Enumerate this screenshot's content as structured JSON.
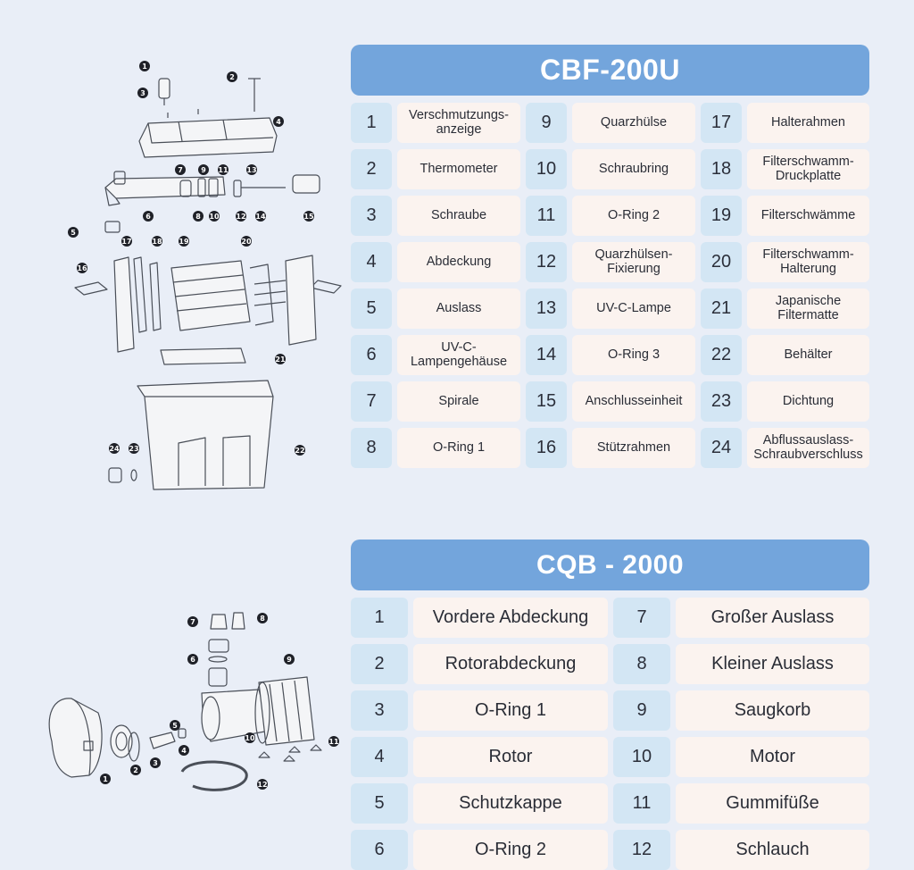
{
  "colors": {
    "background": "#e9eef7",
    "title_bar": "#73a5dc",
    "number_cell": "#d3e6f4",
    "label_cell": "#fbf3ef",
    "diagram_line": "#4a4f58"
  },
  "table1": {
    "title": "CBF-200U",
    "rows": [
      [
        {
          "n": "1",
          "label": "Verschmutzungs-\nanzeige"
        },
        {
          "n": "9",
          "label": "Quarzhülse"
        },
        {
          "n": "17",
          "label": "Halterahmen"
        }
      ],
      [
        {
          "n": "2",
          "label": "Thermometer"
        },
        {
          "n": "10",
          "label": "Schraubring"
        },
        {
          "n": "18",
          "label": "Filterschwamm-\nDruckplatte"
        }
      ],
      [
        {
          "n": "3",
          "label": "Schraube"
        },
        {
          "n": "11",
          "label": "O-Ring 2"
        },
        {
          "n": "19",
          "label": "Filterschwämme"
        }
      ],
      [
        {
          "n": "4",
          "label": "Abdeckung"
        },
        {
          "n": "12",
          "label": "Quarzhülsen-\nFixierung"
        },
        {
          "n": "20",
          "label": "Filterschwamm-\nHalterung"
        }
      ],
      [
        {
          "n": "5",
          "label": "Auslass"
        },
        {
          "n": "13",
          "label": "UV-C-Lampe"
        },
        {
          "n": "21",
          "label": "Japanische\nFiltermatte"
        }
      ],
      [
        {
          "n": "6",
          "label": "UV-C-\nLampengehäuse"
        },
        {
          "n": "14",
          "label": "O-Ring 3"
        },
        {
          "n": "22",
          "label": "Behälter"
        }
      ],
      [
        {
          "n": "7",
          "label": "Spirale"
        },
        {
          "n": "15",
          "label": "Anschlusseinheit"
        },
        {
          "n": "23",
          "label": "Dichtung"
        }
      ],
      [
        {
          "n": "8",
          "label": "O-Ring 1"
        },
        {
          "n": "16",
          "label": "Stützrahmen"
        },
        {
          "n": "24",
          "label": "Abflussauslass-\nSchraubverschluss"
        }
      ]
    ]
  },
  "table2": {
    "title": "CQB - 2000",
    "rows": [
      [
        {
          "n": "1",
          "label": "Vordere Abdeckung"
        },
        {
          "n": "7",
          "label": "Großer Auslass"
        }
      ],
      [
        {
          "n": "2",
          "label": "Rotorabdeckung"
        },
        {
          "n": "8",
          "label": "Kleiner Auslass"
        }
      ],
      [
        {
          "n": "3",
          "label": "O-Ring 1"
        },
        {
          "n": "9",
          "label": "Saugkorb"
        }
      ],
      [
        {
          "n": "4",
          "label": "Rotor"
        },
        {
          "n": "10",
          "label": "Motor"
        }
      ],
      [
        {
          "n": "5",
          "label": "Schutzkappe"
        },
        {
          "n": "11",
          "label": "Gummifüße"
        }
      ],
      [
        {
          "n": "6",
          "label": "O-Ring 2"
        },
        {
          "n": "12",
          "label": "Schlauch"
        }
      ]
    ]
  },
  "diagram1": {
    "callouts": [
      "1",
      "2",
      "3",
      "4",
      "5",
      "6",
      "7",
      "8",
      "9",
      "10",
      "11",
      "12",
      "13",
      "14",
      "15",
      "16",
      "17",
      "18",
      "19",
      "20",
      "21",
      "22",
      "23",
      "24"
    ]
  },
  "diagram2": {
    "callouts": [
      "1",
      "2",
      "3",
      "4",
      "5",
      "6",
      "7",
      "8",
      "9",
      "10",
      "11",
      "12"
    ]
  }
}
